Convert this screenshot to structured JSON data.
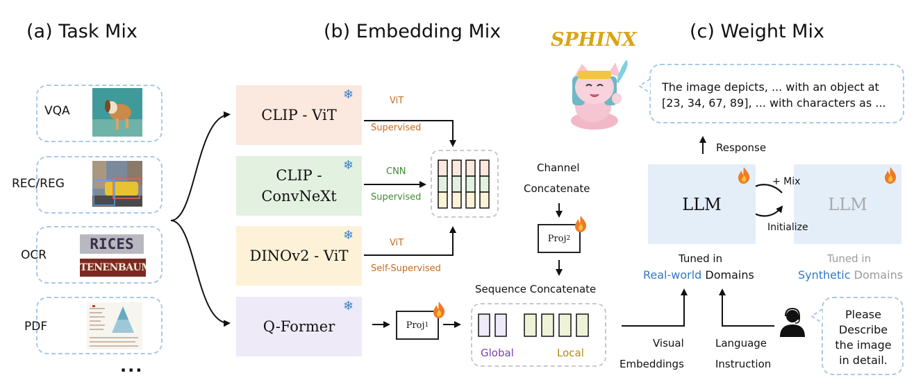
{
  "sections": {
    "task_mix": "(a) Task Mix",
    "embedding_mix": "(b) Embedding Mix",
    "weight_mix": "(c) Weight Mix"
  },
  "model_name": "SPHINX",
  "tasks": [
    "VQA",
    "REC/REG",
    "OCR",
    "PDF"
  ],
  "tasks_more": "...",
  "ocr_words": [
    "RICES",
    "TENENBAUMS"
  ],
  "encoders": {
    "clip_vit": "CLIP - ViT",
    "clip_convnext_1": "CLIP -",
    "clip_convnext_2": "ConvNeXt",
    "dinov2": "DINOv2 - ViT",
    "qformer": "Q-Former"
  },
  "encoder_tags": {
    "clip_vit_arch": "ViT",
    "clip_vit_train": "Supervised",
    "convnext_arch": "CNN",
    "convnext_train": "Supervised",
    "dino_arch": "ViT",
    "dino_train": "Self-Supervised"
  },
  "channel_concat_1": "Channel",
  "channel_concat_2": "Concatenate",
  "proj1": "Proj",
  "proj1_sub": "1",
  "proj2": "Proj",
  "proj2_sub": "2",
  "sequence_concat": "Sequence Concatenate",
  "global_label": "Global",
  "local_label": "Local",
  "visual_embeddings_1": "Visual",
  "visual_embeddings_2": "Embeddings",
  "language_instruction_1": "Language",
  "language_instruction_2": "Instruction",
  "llm_real": "LLM",
  "llm_synth": "LLM",
  "mix_label": "+ Mix",
  "initialize_label": "Initialize",
  "response_label": "Response",
  "real_tuned_1": "Tuned in",
  "real_tuned_2a": "Real-world",
  "real_tuned_2b": " Domains",
  "synth_tuned_1": "Tuned in",
  "synth_tuned_2a": "Synthetic",
  "synth_tuned_2b": " Domains",
  "response_text_1": "The image depicts, ... with an object at",
  "response_text_2": "[23, 34, 67, 89], ... with characters as ...",
  "user_prompt": [
    "Please",
    "Describe",
    "the image",
    "in detail."
  ],
  "colors": {
    "clip_vit": "#fbe8df",
    "clip_convnext": "#e3f1e0",
    "dinov2": "#fdf2d8",
    "qformer": "#eeeaf8",
    "dashed_border": "#a8c8e6",
    "sphinx_gold": "#d9a416",
    "vit_orange": "#c96a1e",
    "cnn_green": "#3f8a32",
    "global_purple": "#7b3fb0",
    "local_gold": "#b08a10",
    "realworld_blue": "#2f78c4",
    "synthetic_gray": "#9a9a9a",
    "llm_box": "#e3eef9"
  }
}
